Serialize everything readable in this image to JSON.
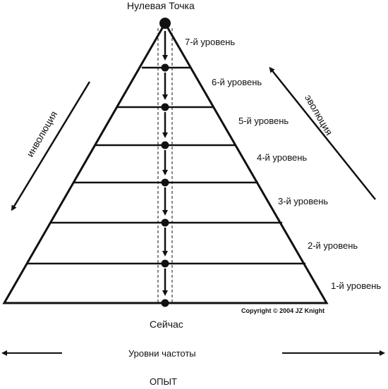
{
  "apex_label": "Нулевая Точка",
  "base_label": "Сейчас",
  "levels": [
    "7-й уровень",
    "6-й уровень",
    "5-й уровень",
    "4-й уровень",
    "3-й уровень",
    "2-й уровень",
    "1-й уровень"
  ],
  "involution_label": "инволюция",
  "evolution_label": "эволюция",
  "copyright": "Copyright © 2004 JZ Knight",
  "frequency_label": "Уровни частоты",
  "experience_label": "ОПЫТ",
  "colors": {
    "ink": "#111111",
    "background": "#ffffff"
  }
}
